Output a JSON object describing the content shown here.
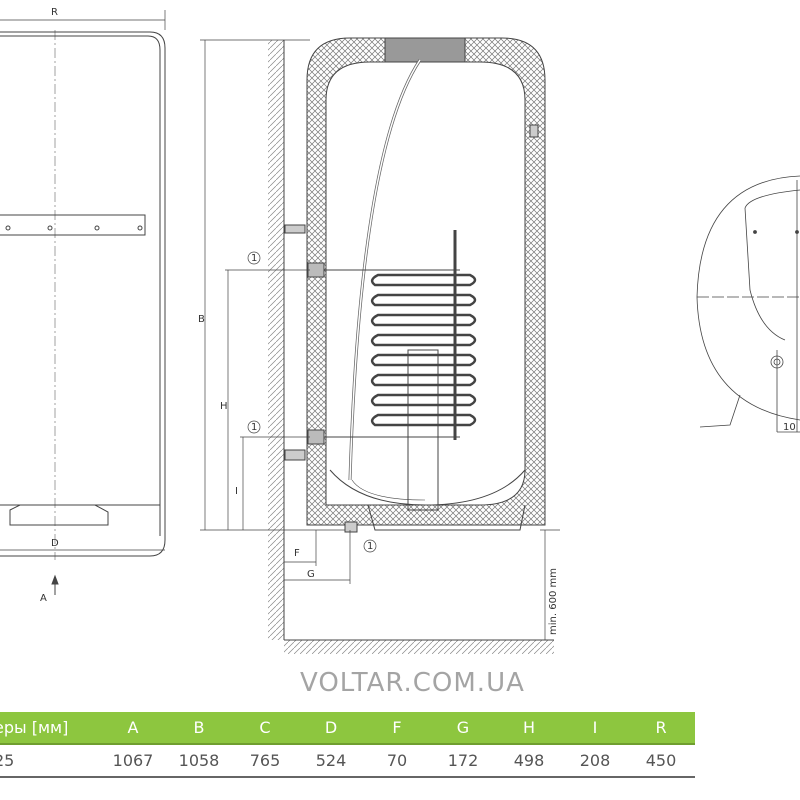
{
  "drawing_labels": {
    "R": "R",
    "D": "D",
    "A": "A",
    "B": "B",
    "H": "H",
    "I": "I",
    "F": "F",
    "G": "G",
    "circle_1": "1",
    "min_clearance": "min. 600 mm",
    "side_dim": "10"
  },
  "table": {
    "headers": [
      "еры [мм]",
      "A",
      "B",
      "C",
      "D",
      "F",
      "G",
      "H",
      "I",
      "R"
    ],
    "values": [
      "25",
      "1067",
      "1058",
      "765",
      "524",
      "70",
      "172",
      "498",
      "208",
      "450"
    ]
  },
  "watermark": "VOLTAR.COM.UA",
  "colors": {
    "header_bg": "#8dc63f"
  }
}
